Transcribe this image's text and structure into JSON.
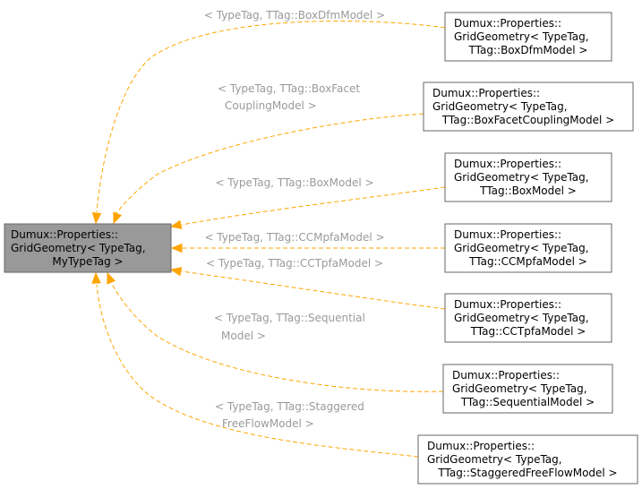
{
  "main_node": {
    "lines": [
      "Dumux::Properties::",
      "GridGeometry< TypeTag,",
      "MyTypeTag >"
    ]
  },
  "nodes": [
    {
      "id": "boxdfm",
      "lines": [
        "Dumux::Properties::",
        "GridGeometry< TypeTag,",
        "TTag::BoxDfmModel >"
      ],
      "edge_label": [
        "< TypeTag, TTag::BoxDfmModel >"
      ]
    },
    {
      "id": "boxfacet",
      "lines": [
        "Dumux::Properties::",
        "GridGeometry< TypeTag,",
        "TTag::BoxFacetCouplingModel >"
      ],
      "edge_label": [
        "< TypeTag, TTag::BoxFacet",
        "CouplingModel >"
      ]
    },
    {
      "id": "box",
      "lines": [
        "Dumux::Properties::",
        "GridGeometry< TypeTag,",
        "TTag::BoxModel >"
      ],
      "edge_label": [
        "< TypeTag, TTag::BoxModel >"
      ]
    },
    {
      "id": "ccmpfa",
      "lines": [
        "Dumux::Properties::",
        "GridGeometry< TypeTag,",
        "TTag::CCMpfaModel >"
      ],
      "edge_label": [
        "< TypeTag, TTag::CCMpfaModel >"
      ]
    },
    {
      "id": "cctpfa",
      "lines": [
        "Dumux::Properties::",
        "GridGeometry< TypeTag,",
        "TTag::CCTpfaModel >"
      ],
      "edge_label": [
        "< TypeTag, TTag::CCTpfaModel >"
      ]
    },
    {
      "id": "sequential",
      "lines": [
        "Dumux::Properties::",
        "GridGeometry< TypeTag,",
        "TTag::SequentialModel >"
      ],
      "edge_label": [
        "< TypeTag, TTag::Sequential",
        "Model >"
      ]
    },
    {
      "id": "staggered",
      "lines": [
        "Dumux::Properties::",
        "GridGeometry< TypeTag,",
        "TTag::StaggeredFreeFlowModel >"
      ],
      "edge_label": [
        "< TypeTag, TTag::Staggered",
        "FreeFlowModel >"
      ]
    }
  ]
}
